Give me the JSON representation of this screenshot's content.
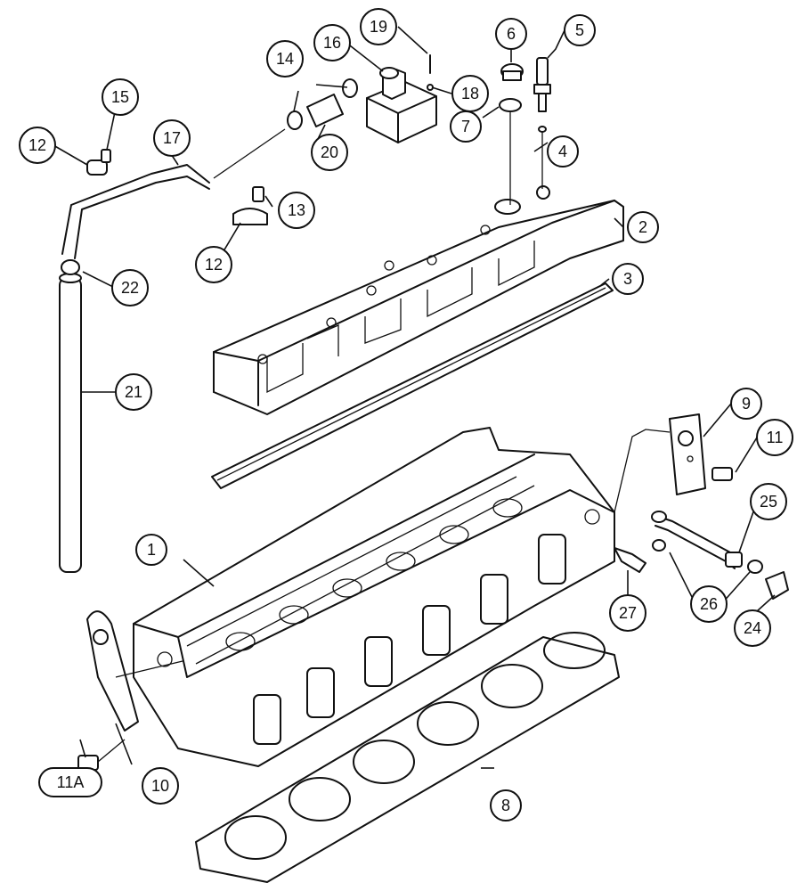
{
  "callouts": [
    {
      "id": "c1",
      "label": "1"
    },
    {
      "id": "c2",
      "label": "2"
    },
    {
      "id": "c3",
      "label": "3"
    },
    {
      "id": "c4",
      "label": "4"
    },
    {
      "id": "c5",
      "label": "5"
    },
    {
      "id": "c6",
      "label": "6"
    },
    {
      "id": "c7",
      "label": "7"
    },
    {
      "id": "c8",
      "label": "8"
    },
    {
      "id": "c9",
      "label": "9"
    },
    {
      "id": "c10",
      "label": "10"
    },
    {
      "id": "c11",
      "label": "11"
    },
    {
      "id": "c11a",
      "label": "11A"
    },
    {
      "id": "c12a",
      "label": "12"
    },
    {
      "id": "c12b",
      "label": "12"
    },
    {
      "id": "c13",
      "label": "13"
    },
    {
      "id": "c14",
      "label": "14"
    },
    {
      "id": "c15",
      "label": "15"
    },
    {
      "id": "c16",
      "label": "16"
    },
    {
      "id": "c17",
      "label": "17"
    },
    {
      "id": "c18",
      "label": "18"
    },
    {
      "id": "c19",
      "label": "19"
    },
    {
      "id": "c20",
      "label": "20"
    },
    {
      "id": "c21",
      "label": "21"
    },
    {
      "id": "c22",
      "label": "22"
    },
    {
      "id": "c24",
      "label": "24"
    },
    {
      "id": "c25",
      "label": "25"
    },
    {
      "id": "c26",
      "label": "26"
    },
    {
      "id": "c27",
      "label": "27"
    }
  ]
}
